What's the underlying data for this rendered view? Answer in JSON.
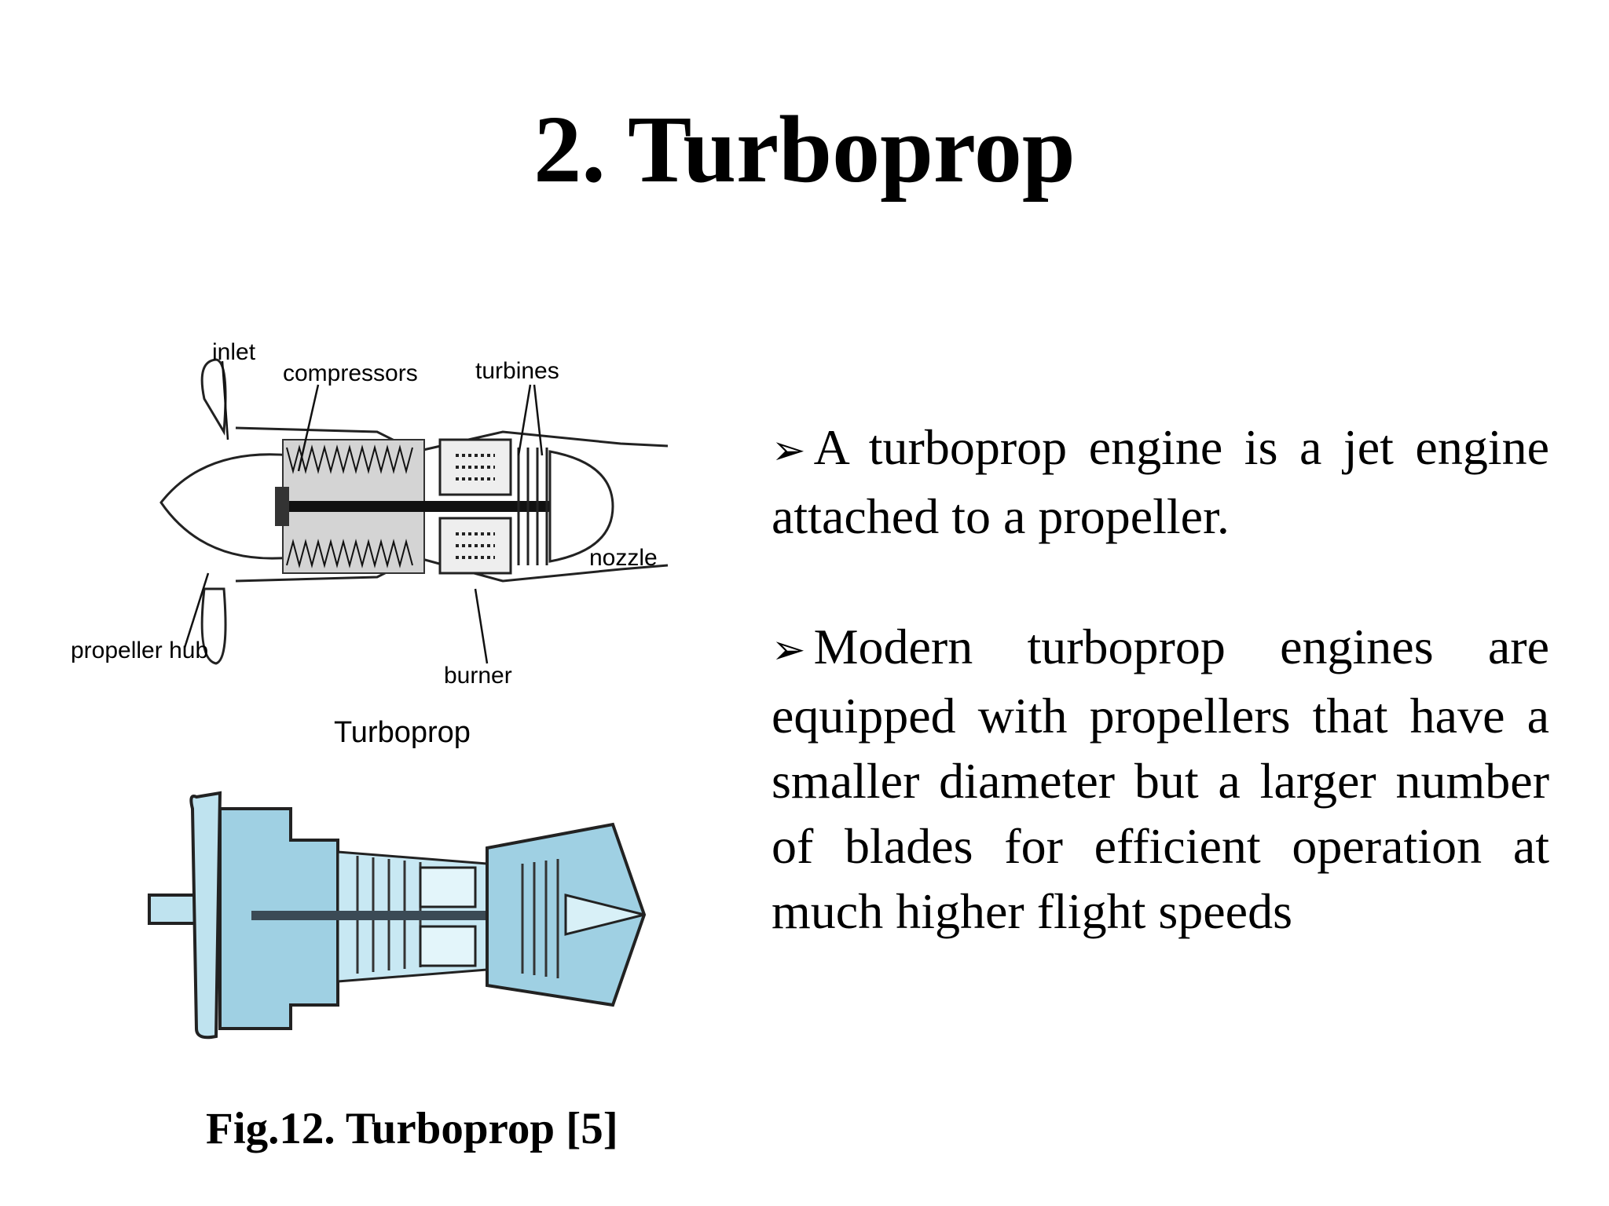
{
  "slide": {
    "title": "2. Turboprop",
    "bullet_symbol": "➢",
    "bullets": [
      "A turboprop engine is a jet engine attached to a propeller.",
      "Modern turboprop engines are equipped with propellers that have a smaller diameter but a larger number of blades for efficient operation at much higher flight speeds"
    ]
  },
  "figure": {
    "labels": {
      "inlet": "inlet",
      "compressors": "compressors",
      "turbines": "turbines",
      "nozzle": "nozzle",
      "propeller_hub": "propeller hub",
      "burner": "burner",
      "diagram_title": "Turboprop"
    },
    "caption": "Fig.12. Turboprop [5]"
  }
}
